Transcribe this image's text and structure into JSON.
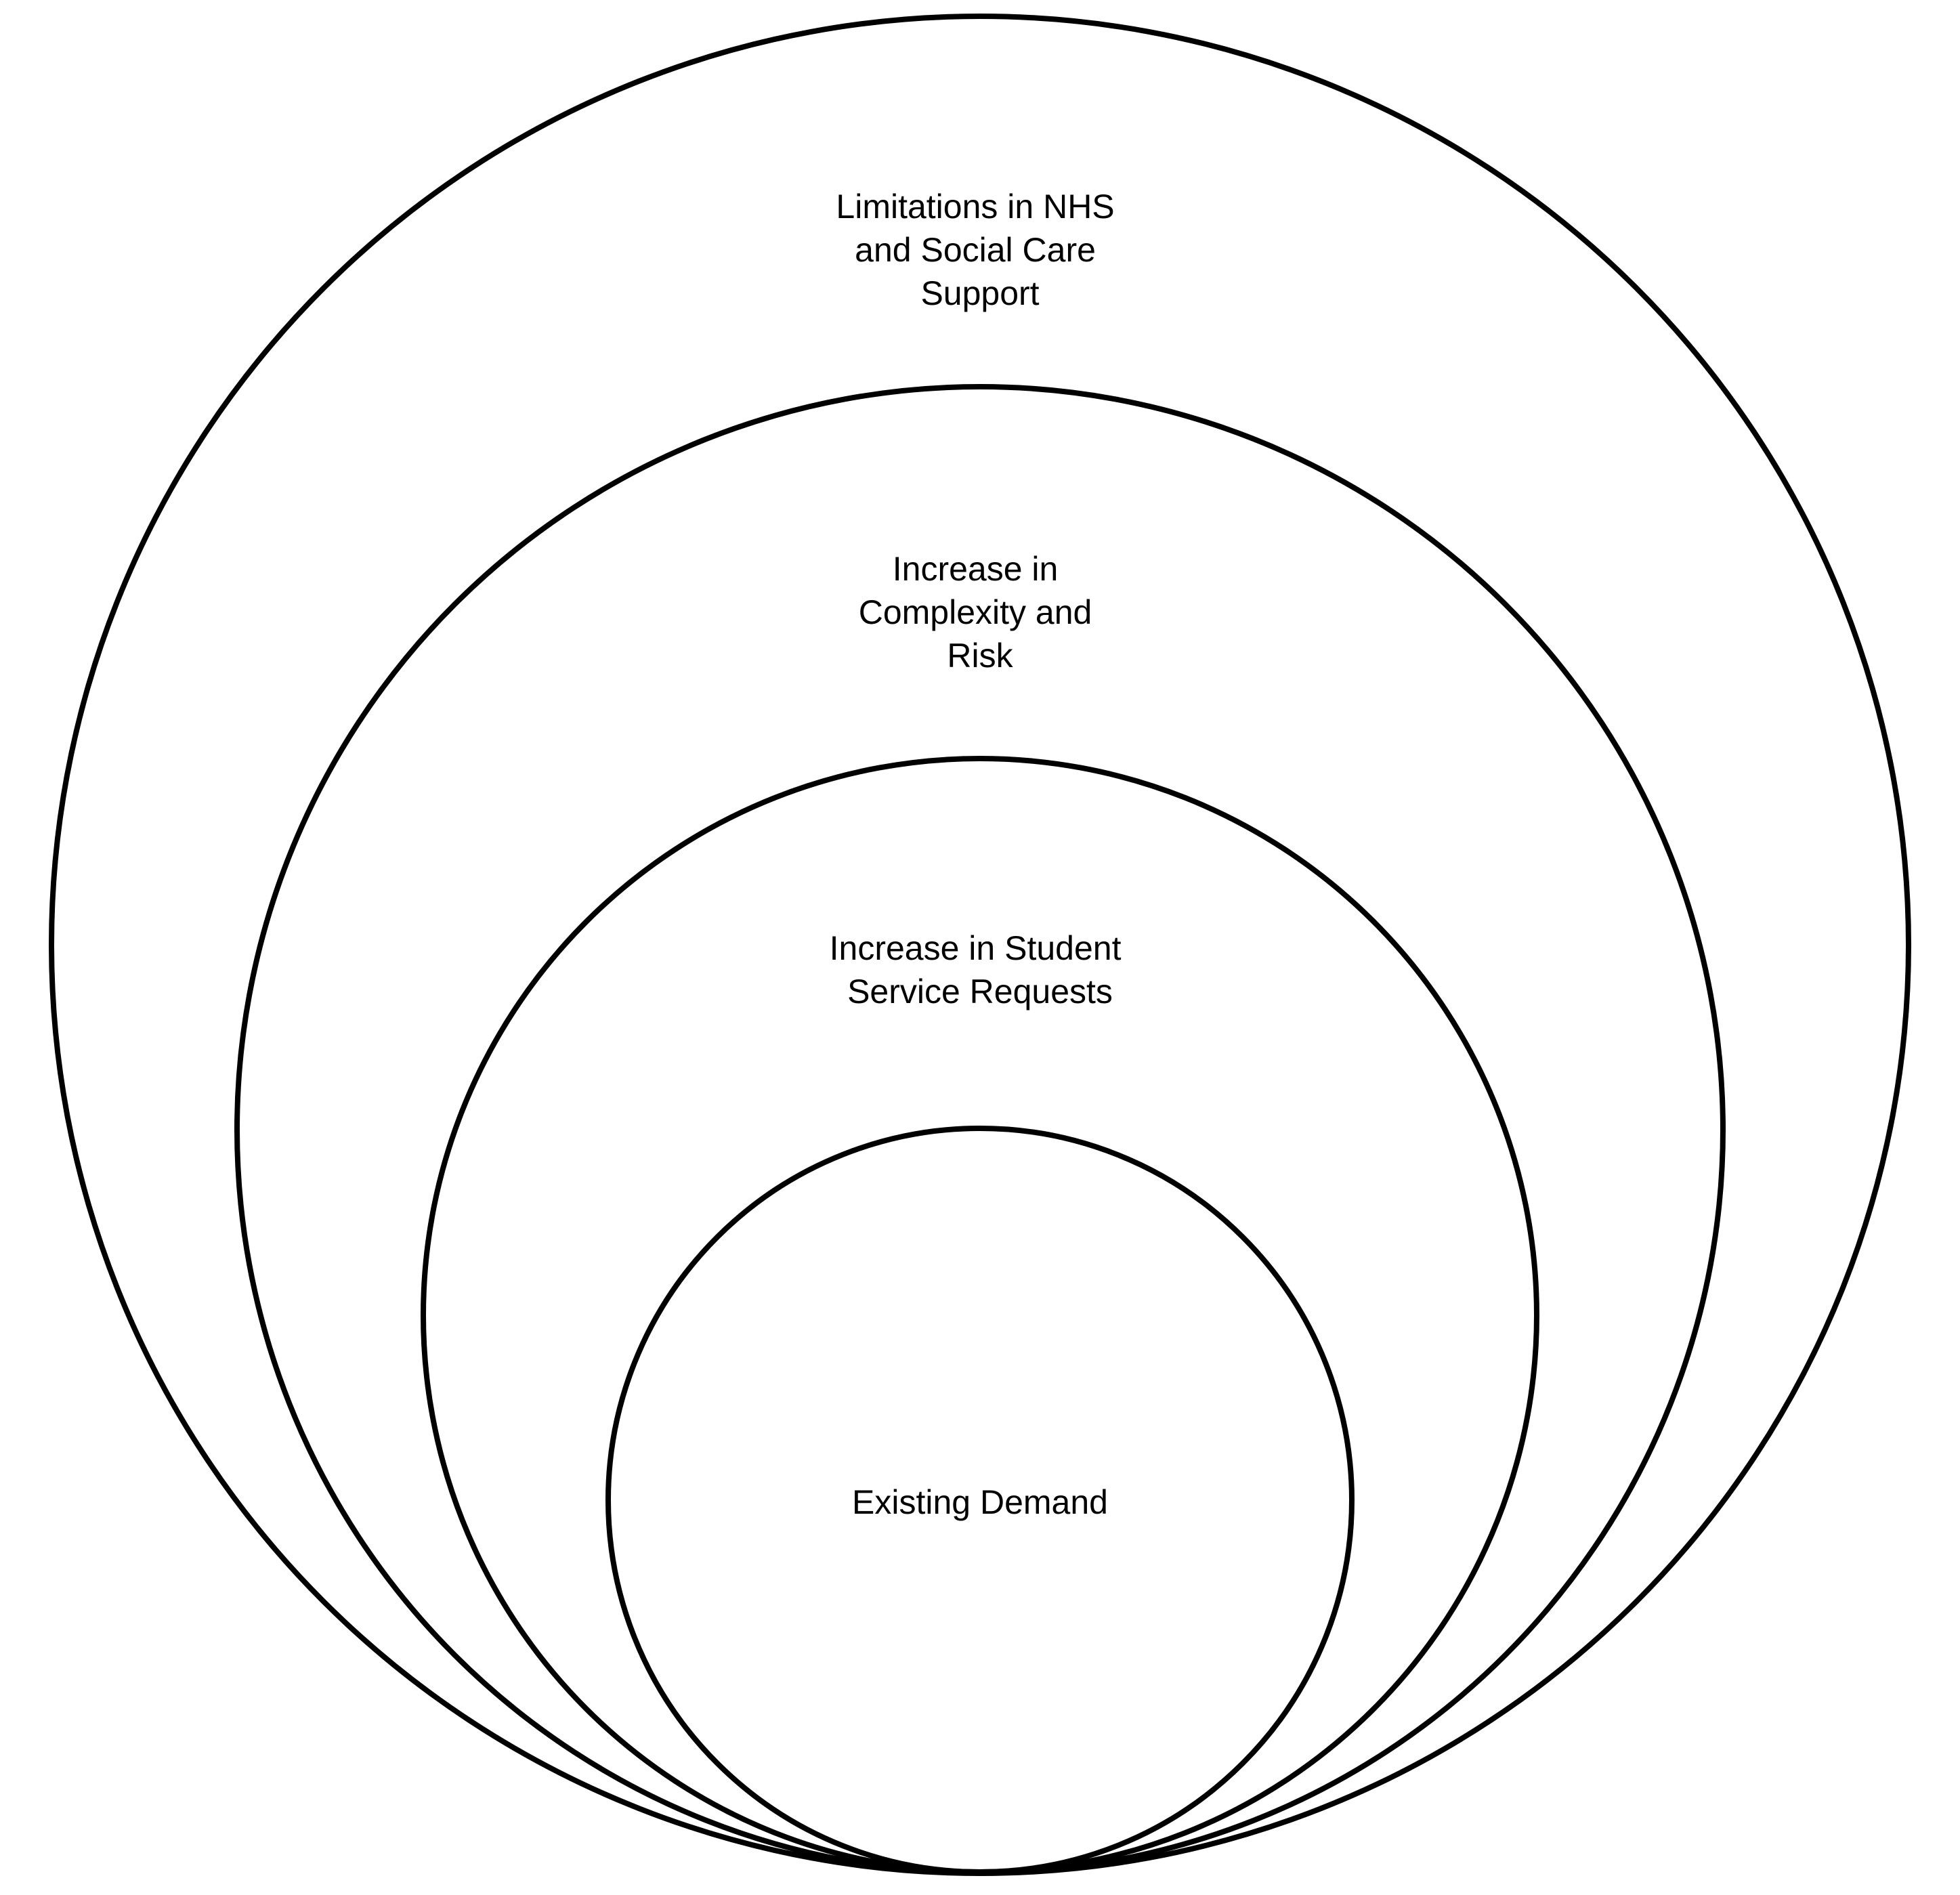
{
  "diagram": {
    "colors": {
      "background": "#ffffff",
      "stroke": "#000000",
      "text": "#000000"
    },
    "rings": [
      {
        "id": "outer",
        "lines": [
          "Limitations in NHS",
          "and Social Care",
          "Support"
        ]
      },
      {
        "id": "second",
        "lines": [
          "Increase in",
          "Complexity and",
          "Risk"
        ]
      },
      {
        "id": "third",
        "lines": [
          "Increase in Student",
          "Service Requests"
        ]
      },
      {
        "id": "inner",
        "lines": [
          "Existing Demand"
        ]
      }
    ]
  }
}
